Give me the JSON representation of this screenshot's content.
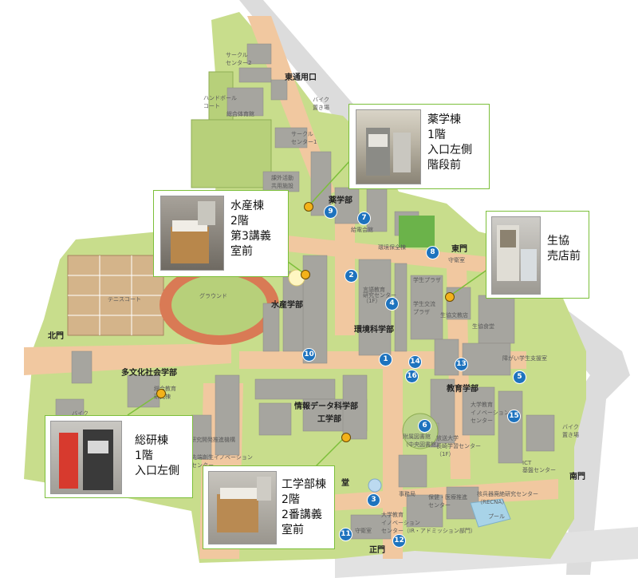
{
  "gates": {
    "east_main": "東通用口",
    "east": "東門",
    "north": "北門",
    "south": "南門",
    "main": "正門"
  },
  "faculties": {
    "pharmacy": "薬学部",
    "fisheries": "水産学部",
    "environment": "環境科学部",
    "multicultural": "多文化社会学部",
    "education": "教育学部",
    "data_science": "情報データ科学部",
    "engineering": "工学部",
    "hall": "堂"
  },
  "facility_labels": {
    "circle2": "サークル\nセンター2",
    "handball": "ハンドボール\nコート",
    "gym": "総合体育館",
    "bike_north": "バイク\n置き場",
    "circle1": "サークル\nセンター1",
    "extracurricular": "課外活動\n共用施設",
    "guard_room": "給電会館",
    "env_preservation": "環境保全棟",
    "guard_east": "守衛室",
    "tennis": "テニスコート",
    "ground": "グラウンド",
    "lang_center": "言語教育\n研究センター\n（1F）",
    "student_plaza": "学生プラザ",
    "student_exchange": "学生交流\nプラザ",
    "coop_bunkyo": "生協文教店",
    "coop_cafeteria": "生協食堂",
    "multi_research": "総合教育\n研究棟",
    "disability": "障がい学生支援室",
    "edu_innovation": "大学教育\nイノベーション\nセンター",
    "bike_sw": "バイク",
    "joint_research": "共同研究開発推進機構",
    "advanced_innovation": "先端創生イノベーション\nセンター",
    "library": "附属図書館\n（中央図書館）",
    "housou": "放送大学\n長崎学習センター\n（1F）",
    "ict": "ICT\n基盤センター",
    "bike_east": "バイク\n置き場",
    "office": "事務局",
    "health": "保健・医療推進\nセンター",
    "edu_admission": "大学教育\nイノベーション\nセンター（IR・アドミッション部門）",
    "recna": "核兵器廃絶研究センター\n（RECNA）",
    "pool": "プール",
    "guard_main": "守衛室"
  },
  "markers": [
    "1",
    "2",
    "3",
    "4",
    "5",
    "6",
    "7",
    "8",
    "9",
    "10",
    "11",
    "12",
    "13",
    "14",
    "15",
    "16"
  ],
  "callouts": {
    "pharmacy": "薬学棟\n1階\n入口左側\n階段前",
    "fisheries": "水産棟\n2階\n第3講義\n室前",
    "coop": "生協\n売店前",
    "soken": "総研棟\n1階\n入口左側",
    "engineering": "工学部棟\n2階\n2番講義\n室前"
  },
  "colors": {
    "campus": "#c8dd8c",
    "road": "#f1c8a0",
    "building": "#a6a59f",
    "outside": "#dcdcdc",
    "track": "#d97a55",
    "field": "#b7d07a",
    "marker": "#1e73be",
    "dot": "#f3b21a",
    "callout_border": "#7cbf3a"
  },
  "icons": {
    "marker": "numbered-circle-icon",
    "location": "location-dot-icon"
  }
}
